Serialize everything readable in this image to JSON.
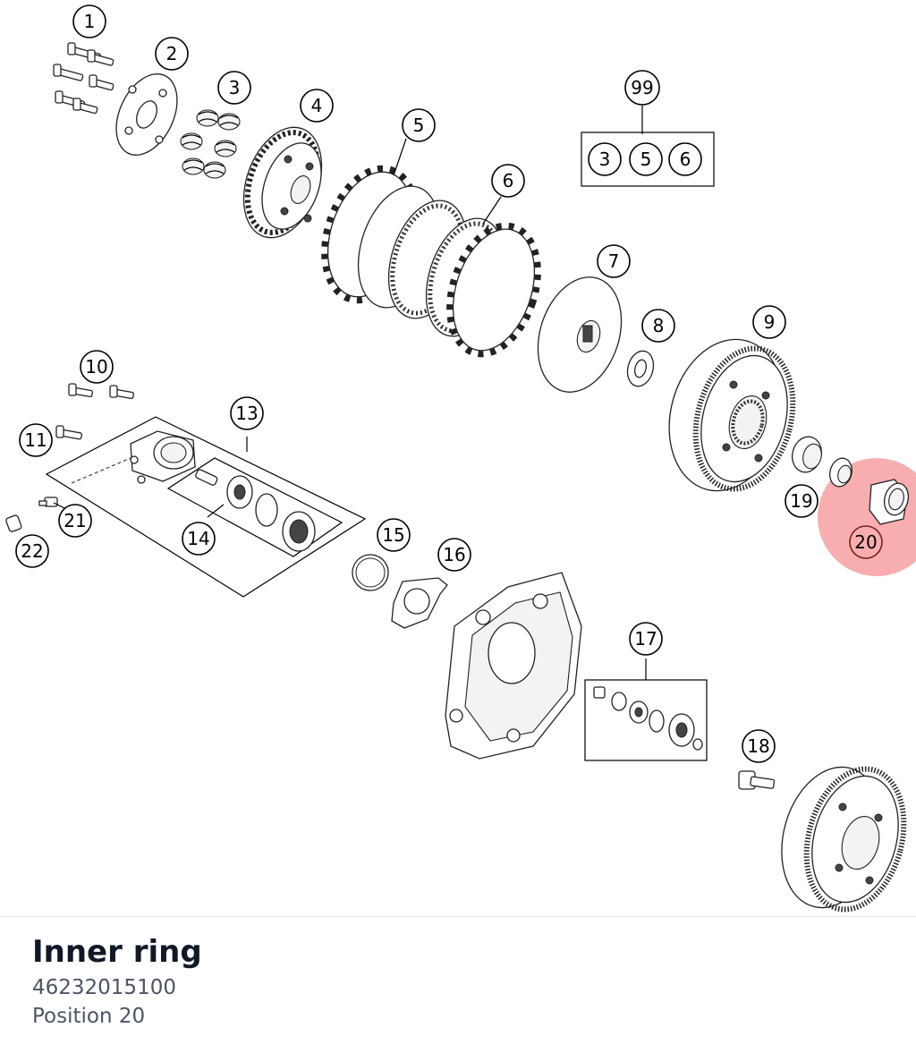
{
  "diagram": {
    "highlight_color": "#f26b6b",
    "selected_position": "20",
    "group_99": {
      "label": "99",
      "members": [
        "3",
        "5",
        "6"
      ]
    },
    "callouts": [
      {
        "label": "1"
      },
      {
        "label": "2"
      },
      {
        "label": "3"
      },
      {
        "label": "4"
      },
      {
        "label": "5"
      },
      {
        "label": "6"
      },
      {
        "label": "7"
      },
      {
        "label": "8"
      },
      {
        "label": "9"
      },
      {
        "label": "10"
      },
      {
        "label": "11"
      },
      {
        "label": "13"
      },
      {
        "label": "14"
      },
      {
        "label": "15"
      },
      {
        "label": "16"
      },
      {
        "label": "17"
      },
      {
        "label": "18"
      },
      {
        "label": "19"
      },
      {
        "label": "20"
      },
      {
        "label": "21"
      },
      {
        "label": "22"
      }
    ]
  },
  "part": {
    "title": "Inner ring",
    "number": "46232015100",
    "position": "Position 20"
  }
}
